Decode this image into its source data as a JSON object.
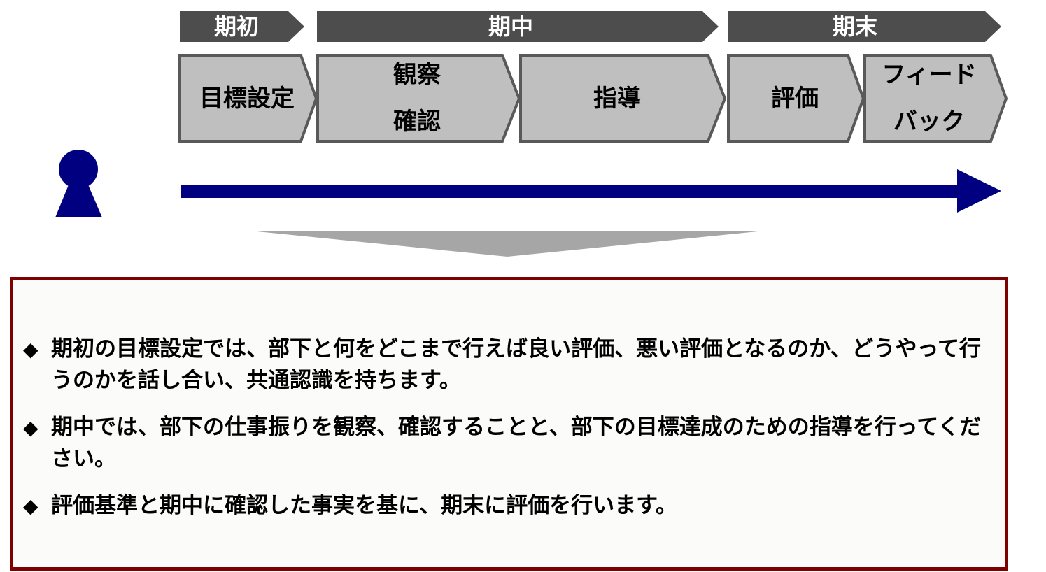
{
  "phases": [
    {
      "label": "期初"
    },
    {
      "label": "期中"
    },
    {
      "label": "期末"
    }
  ],
  "steps": [
    {
      "lines": [
        "目標設定"
      ]
    },
    {
      "lines": [
        "観察",
        "確認"
      ]
    },
    {
      "lines": [
        "指導"
      ]
    },
    {
      "lines": [
        "評価"
      ]
    },
    {
      "lines": [
        "フィード",
        "バック"
      ]
    }
  ],
  "colors": {
    "phase_band": "#4d4d4d",
    "step_fill": "#bfbfbf",
    "step_border": "#595959",
    "timeline_arrow": "#000080",
    "person": "#000080",
    "down_arrow": "#a6a6a6",
    "box_border": "#7f0000"
  },
  "icons": {
    "person": "person-icon",
    "bullet": "diamond-bullet-icon"
  },
  "bullet_marker": "◆",
  "bullets": [
    {
      "text": "期初の目標設定では、部下と何をどこまで行えば良い評価、悪い評価となるのか、どうやって行うのかを話し合い、共通認識を持ちます。"
    },
    {
      "text": "期中では、部下の仕事振りを観察、確認することと、部下の目標達成のための指導を行ってください。"
    },
    {
      "text": "評価基準と期中に確認した事実を基に、期末に評価を行います。"
    }
  ]
}
